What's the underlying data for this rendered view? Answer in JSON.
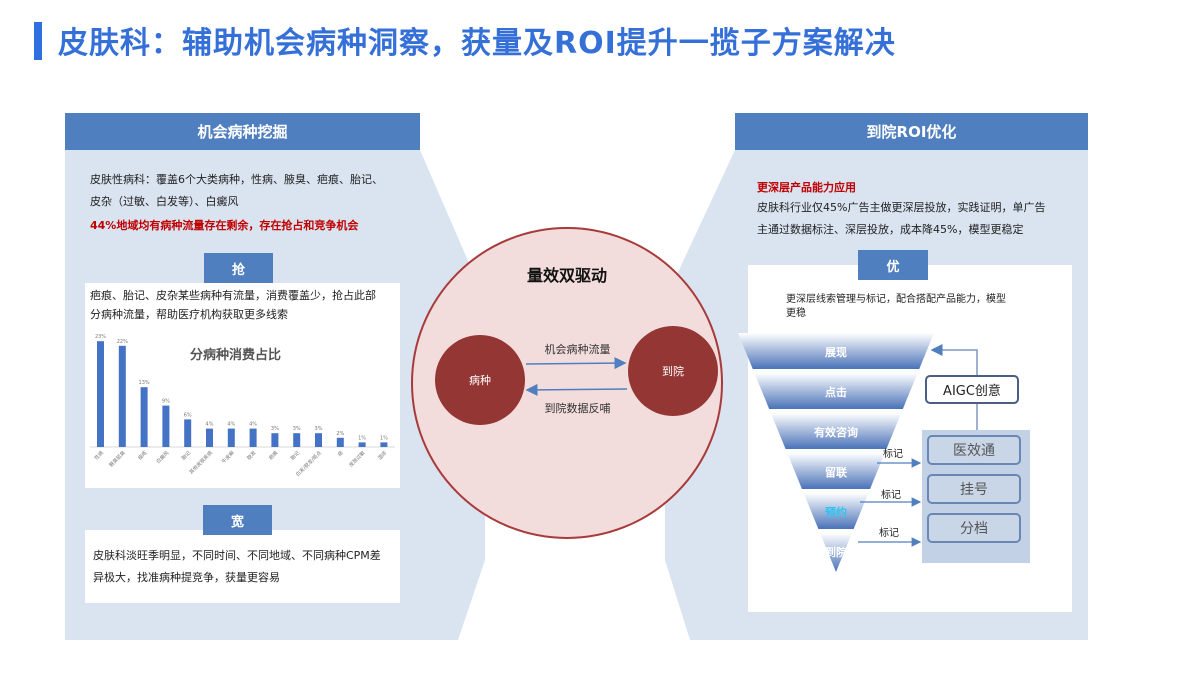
{
  "title": "皮肤科：辅助机会病种洞察，获量及ROI提升一揽子方案解决",
  "colors": {
    "accent": "#2f6fe0",
    "header": "#4f7fbf",
    "panel": "#dae3f0",
    "circle": "#f2dcdc",
    "dark_red": "#943634",
    "bar": "#4472c4",
    "red_text": "#c00000"
  },
  "left": {
    "header": "机会病种挖掘",
    "intro": [
      "皮肤性病科：覆盖6个大类病种，性病、腋臭、疤痕、胎记、",
      "皮杂（过敏、白发等）、白癜风"
    ],
    "highlight": "44%地域均有病种流量存在剩余，存在抢占和竞争机会",
    "grab": {
      "tag": "抢",
      "lines": [
        "疤痕、胎记、皮杂某些病种有流量，消费覆盖少，抢占此部",
        "分病种流量，帮助医疗机构获取更多线索"
      ]
    },
    "wide": {
      "tag": "宽",
      "lines": [
        "皮肤科淡旺季明显，不同时间、不同地域、不同病种CPM差",
        "异极大，找准病种提竞争，获量更容易"
      ]
    }
  },
  "chart_data": {
    "type": "bar",
    "title": "分病种消费占比",
    "categories": [
      "性病",
      "腋臭狐臭",
      "痤疮",
      "白癜风",
      "胎记",
      "其他皮肤疾病",
      "牛皮癣",
      "脱发",
      "疤痕",
      "胎记",
      "白发/脱发/斑点",
      "痣",
      "皮肤过敏",
      "湿疹"
    ],
    "values": [
      23,
      22,
      13,
      9,
      6,
      4,
      4,
      4,
      3,
      3,
      3,
      2,
      1,
      1
    ],
    "labels": [
      "23%",
      "22%",
      "13%",
      "9%",
      "6%",
      "4%",
      "4%",
      "4%",
      "3%",
      "3%",
      "3%",
      "2%",
      "1%",
      "1%"
    ],
    "ylim": [
      0,
      25
    ],
    "grid": false
  },
  "center": {
    "title": "量效双驱动",
    "left_node": "病种",
    "right_node": "到院",
    "forward": "机会病种流量",
    "backward": "到院数据反哺"
  },
  "right": {
    "header": "到院ROI优化",
    "highlight": "更深层产品能力应用",
    "lines": [
      "皮肤科行业仅45%广告主做更深层投放，实践证明，单广告",
      "主通过数据标注、深层投放，成本降45%，模型更稳定"
    ],
    "opt": {
      "tag": "优",
      "lines": [
        "更深层线索管理与标记，配合搭配产品能力，模型",
        "更稳"
      ]
    },
    "funnel": [
      "展现",
      "点击",
      "有效咨询",
      "留联",
      "预约",
      "到院"
    ],
    "aigc": "AIGC创意",
    "mark": "标记",
    "tools": [
      "医效通",
      "挂号",
      "分档"
    ]
  }
}
